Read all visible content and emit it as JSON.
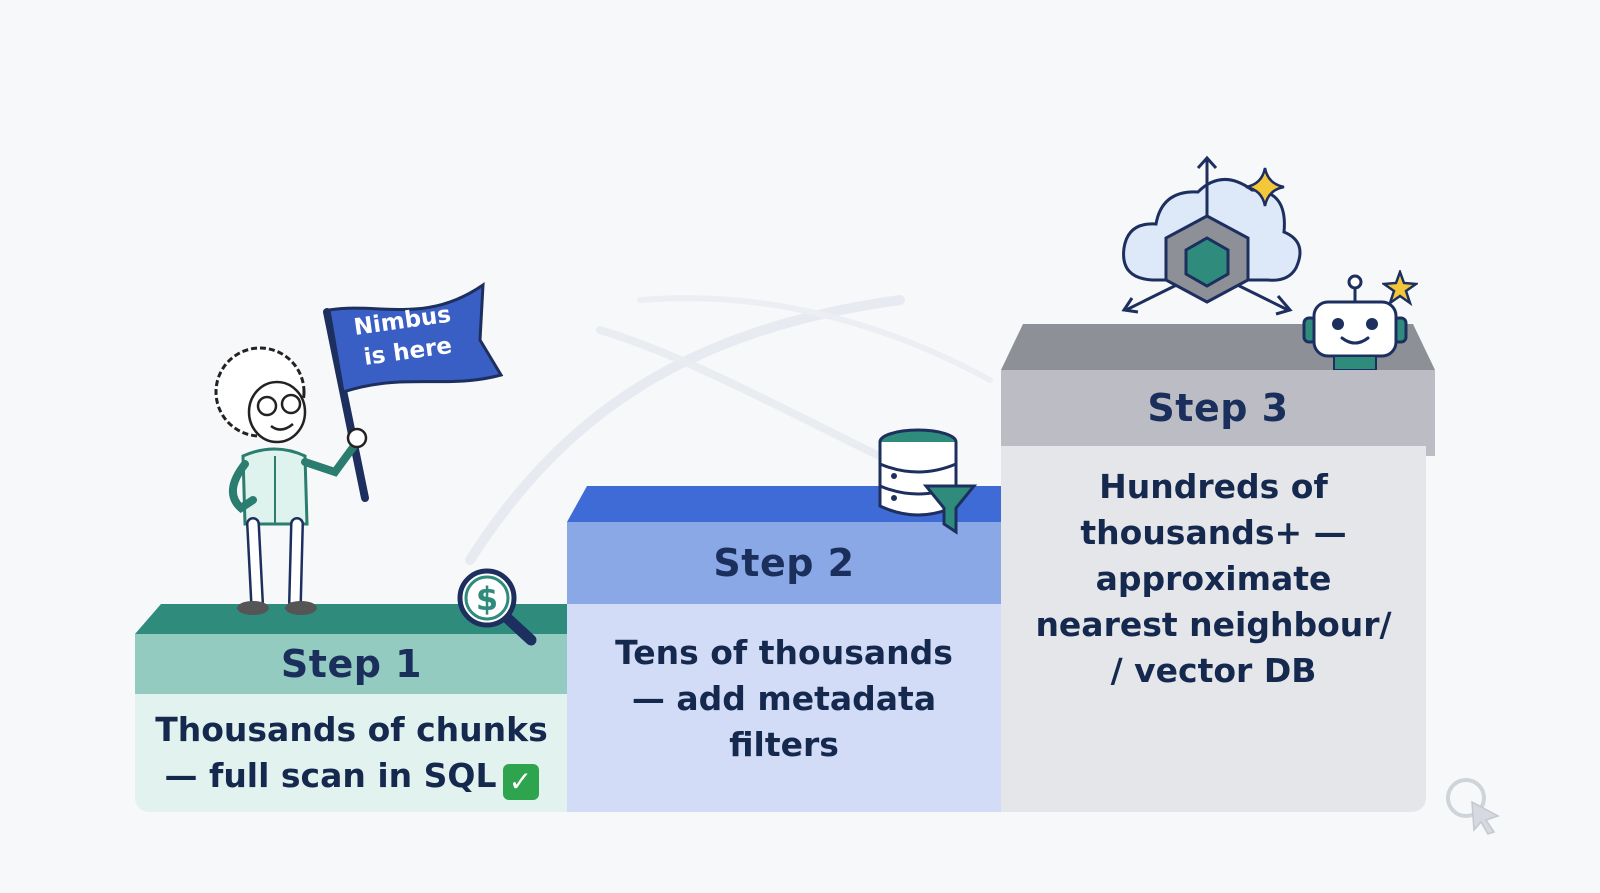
{
  "flag": {
    "line1": "Nimbus",
    "line2": "is here"
  },
  "steps": [
    {
      "title": "Step 1",
      "desc": "Thousands of chunks\n— full scan in SQL",
      "badge": "✓"
    },
    {
      "title": "Step 2",
      "desc": "Tens of thousands\n— add metadata\nfilters"
    },
    {
      "title": "Step 3",
      "desc": "Hundreds of\nthousands+ —\napproximate\nnearest neighbour/\n/ vector DB"
    }
  ],
  "colors": {
    "step1_top": "#2f8c7c",
    "step1_band": "#93cbc0",
    "step1_body": "#e2f2ee",
    "step2_top": "#3f6bd6",
    "step2_band": "#8aa7e6",
    "step2_body": "#d2dcf6",
    "step3_top": "#8e9098",
    "step3_band": "#bcbdc4",
    "step3_body": "#e5e6ea",
    "text": "#1b2f5c",
    "flag": "#3a5fc4"
  },
  "icons": [
    "character-illustration",
    "flag-icon",
    "dollar-search-icon",
    "database-filter-icon",
    "cloud-cube-icon",
    "robot-icon",
    "sparkle-icon",
    "cursor-search-icon"
  ]
}
